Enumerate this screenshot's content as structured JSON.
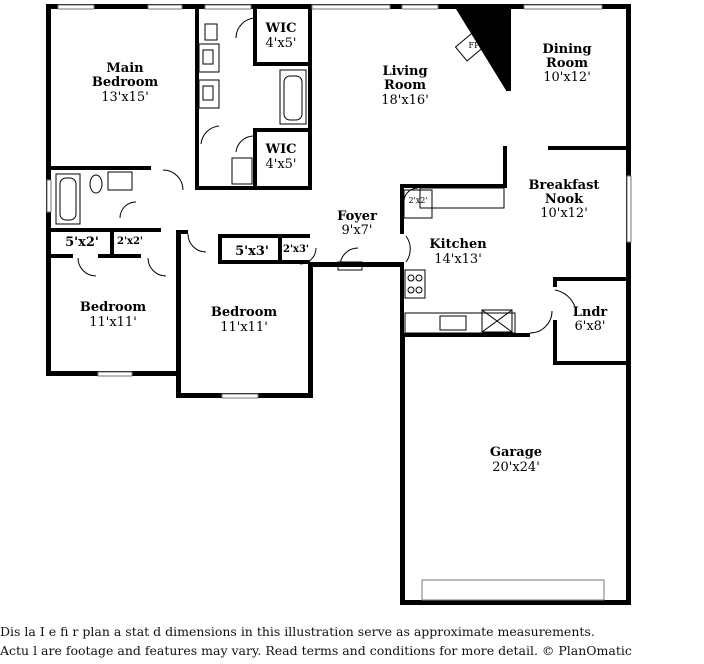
{
  "rooms": {
    "main_bedroom": {
      "name_1": "Main",
      "name_2": "Bedroom",
      "size": "13'x15'"
    },
    "wic_top": {
      "name": "WIC",
      "size": "4'x5'"
    },
    "wic_bottom": {
      "name": "WIC",
      "size": "4'x5'"
    },
    "living_room": {
      "name_1": "Living",
      "name_2": "Room",
      "size": "18'x16'"
    },
    "fireplace": {
      "name": "FP"
    },
    "dining_room": {
      "name_1": "Dining",
      "name_2": "Room",
      "size": "10'x12'"
    },
    "breakfast_nook": {
      "name_1": "Breakfast",
      "name_2": "Nook",
      "size": "10'x12'"
    },
    "foyer": {
      "name": "Foyer",
      "size": "9'x7'"
    },
    "kitchen": {
      "name": "Kitchen",
      "size": "14'x13'"
    },
    "pantry": {
      "size": "2'x2'"
    },
    "closet_a": {
      "size": "5'x2'"
    },
    "closet_b": {
      "size": "2'x2'"
    },
    "closet_c": {
      "size": "5'x3'"
    },
    "closet_d": {
      "size": "2'x3'"
    },
    "bedroom_left": {
      "name": "Bedroom",
      "size": "11'x11'"
    },
    "bedroom_middle": {
      "name": "Bedroom",
      "size": "11'x11'"
    },
    "laundry": {
      "name": "Lndr",
      "size": "6'x8'"
    },
    "garage": {
      "name": "Garage",
      "size": "20'x24'"
    }
  },
  "disclaimer": {
    "line_1": "Dis la   I e fi r plan a  stat d dimensions in this illustration serve as approximate measurements.",
    "line_2": "Actu l  are footage and features may vary. Read terms and conditions for more detail. © PlanOmatic"
  }
}
